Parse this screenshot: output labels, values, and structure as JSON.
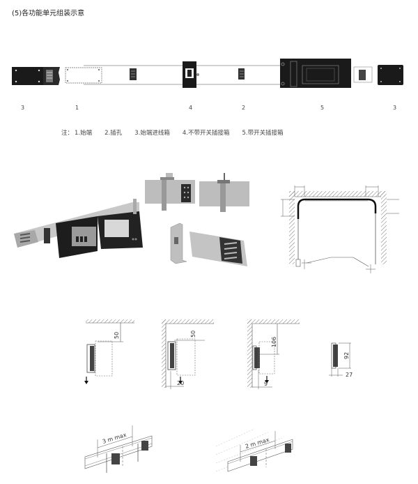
{
  "title": "(5)各功能单元组装示意",
  "assembly_diagram": {
    "labels": [
      {
        "id": "3-left",
        "text": "3"
      },
      {
        "id": "1",
        "text": "1"
      },
      {
        "id": "4",
        "text": "4"
      },
      {
        "id": "2",
        "text": "2"
      },
      {
        "id": "5",
        "text": "5"
      },
      {
        "id": "3-right",
        "text": "3"
      }
    ]
  },
  "legend_note": {
    "prefix": "注：",
    "items": [
      "1.始端",
      "2.插孔",
      "3.始端进线箱",
      "4.不带开关插接箱",
      "5.带开关插接箱"
    ]
  },
  "mounting_diagrams": {
    "ceiling_mount": {
      "dimension": "50"
    },
    "corner_mount": {
      "dimension_vertical": "50",
      "dimension_horizontal": "20"
    },
    "wall_mount": {
      "dimension_vertical": "106",
      "dimension_horizontal": "9"
    },
    "profile": {
      "height": "92",
      "width": "27"
    }
  },
  "span_diagrams": {
    "ceiling_span": {
      "label": "3 m  max"
    },
    "wall_span": {
      "label": "2 m  max"
    }
  },
  "colors": {
    "dark_unit": "#1a1a1a",
    "line": "#555555",
    "hatch": "#777777",
    "photo_gray": "#b8b8b8"
  }
}
